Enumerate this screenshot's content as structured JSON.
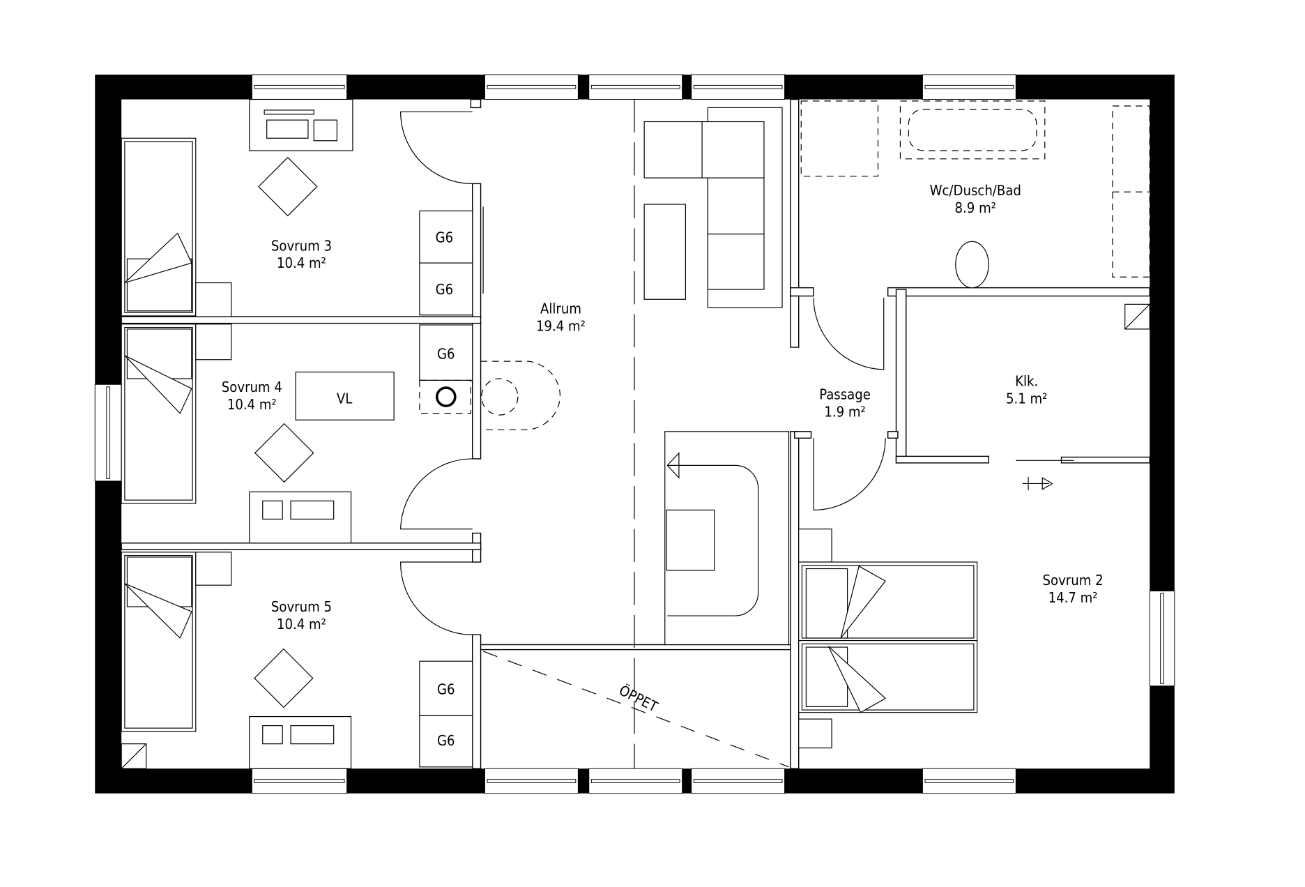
{
  "rooms": {
    "sovrum3": {
      "name": "Sovrum 3",
      "area": "10.4 m²"
    },
    "sovrum4": {
      "name": "Sovrum 4",
      "area": "10.4 m²"
    },
    "sovrum5": {
      "name": "Sovrum 5",
      "area": "10.4 m²"
    },
    "allrum": {
      "name": "Allrum",
      "area": "19.4 m²"
    },
    "bad": {
      "name": "Wc/Dusch/Bad",
      "area": "8.9 m²"
    },
    "passage": {
      "name": "Passage",
      "area": "1.9 m²"
    },
    "klk": {
      "name": "Klk.",
      "area": "5.1 m²"
    },
    "sovrum2": {
      "name": "Sovrum 2",
      "area": "14.7 m²"
    }
  },
  "furniture_labels": {
    "wardrobe": [
      "G6",
      "G6",
      "G6",
      "G6",
      "G6"
    ],
    "vl": "VL"
  },
  "open_label": "ÖPPET",
  "colors": {
    "wall": "#000000",
    "background": "#ffffff"
  }
}
